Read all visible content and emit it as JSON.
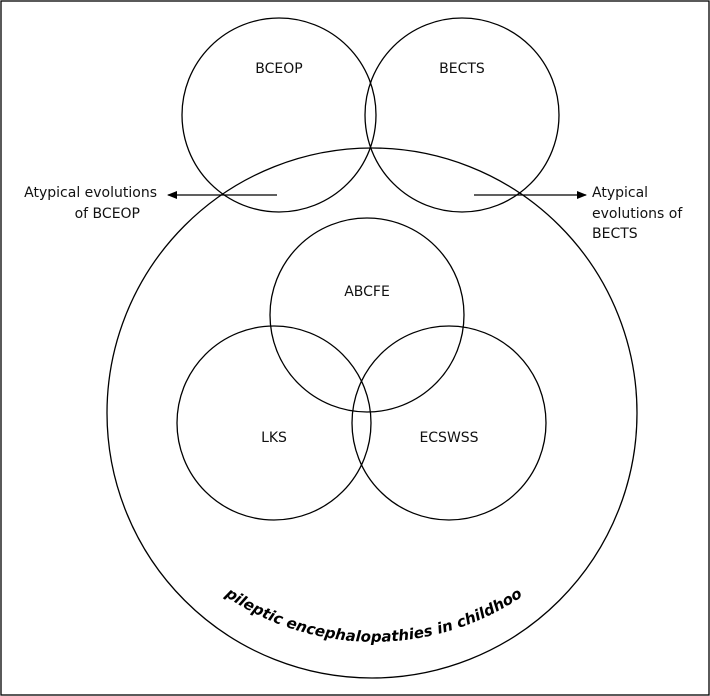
{
  "diagram": {
    "circles": {
      "bceop": "BCEOP",
      "bects": "BECTS",
      "abcfe": "ABCFE",
      "lks": "LKS",
      "ecswss": "ECSWSS"
    },
    "outer_label": "Epileptic encephalopathies in childhood",
    "left_note": {
      "line1": "Atypical evolutions",
      "line2": "of BCEOP"
    },
    "right_note": {
      "line1": "Atypical",
      "line2": "evolutions of",
      "line3": "BECTS"
    }
  }
}
